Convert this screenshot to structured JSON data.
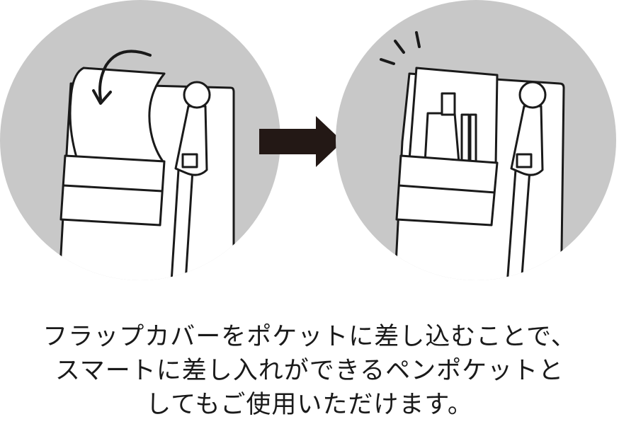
{
  "illustration": {
    "left_panel_icon": "flap-fold-arrow-icon",
    "middle_icon": "right-arrow-icon",
    "right_panel_icon": "snap-motion-lines-icon"
  },
  "colors": {
    "circle_bg": "#c8c8c8",
    "line": "#1a1a1a",
    "arrow": "#231815",
    "text": "#1a1a1a"
  },
  "caption": {
    "lines": [
      "フラップカバーをポケットに差し込むことで、",
      "スマートに差し入れができるペンポケットと",
      "してもご使用いただけます。"
    ]
  }
}
